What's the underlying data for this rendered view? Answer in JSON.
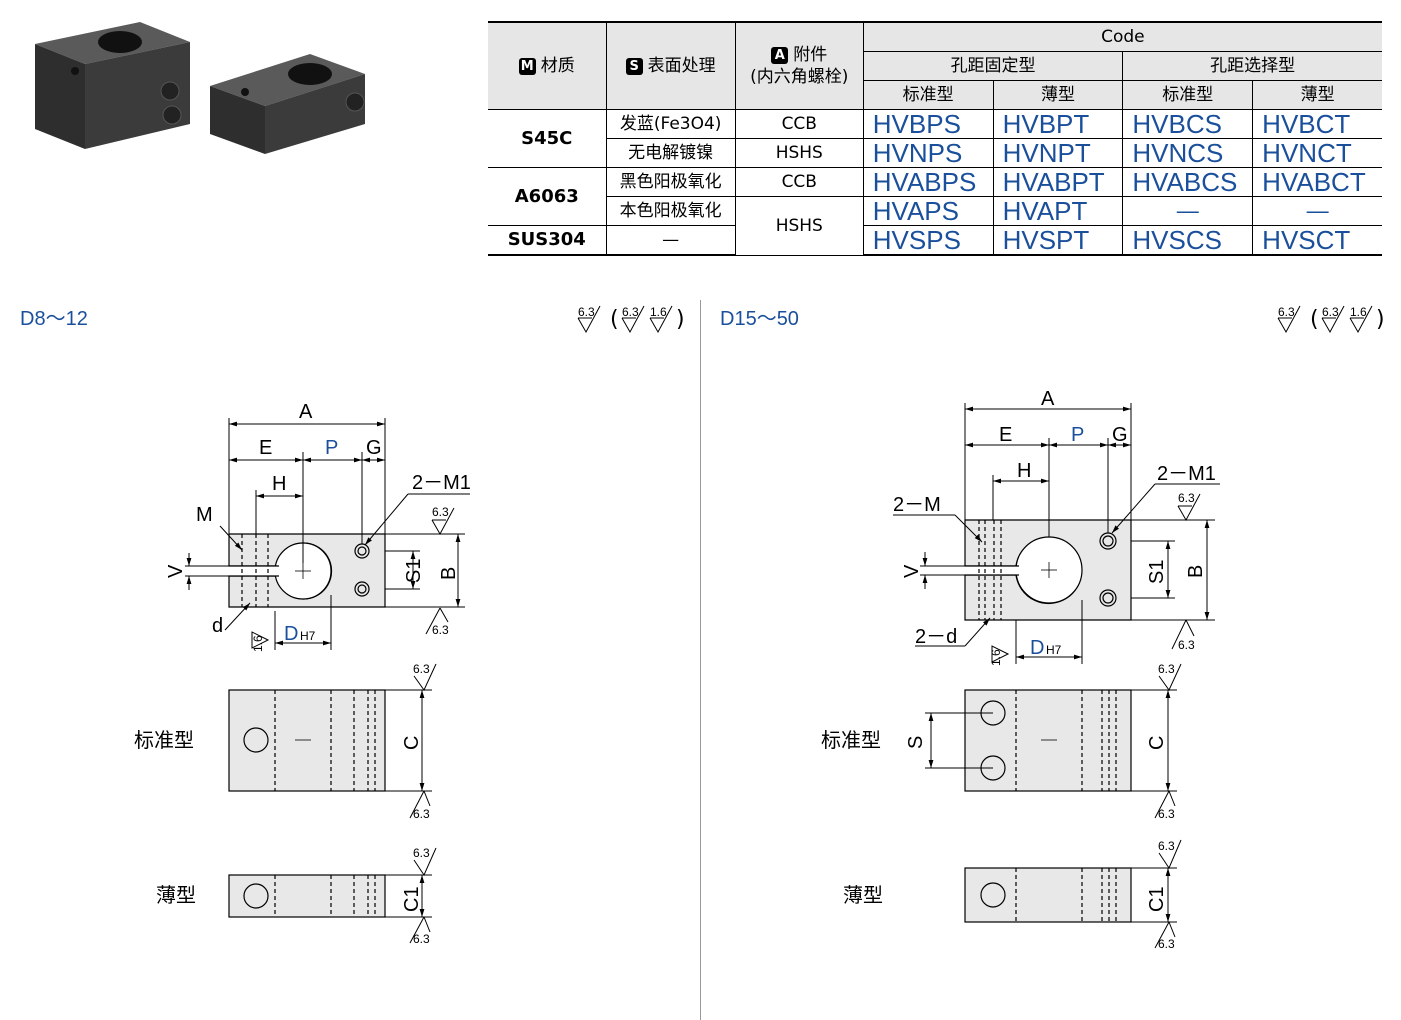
{
  "table": {
    "material_header": "材质",
    "material_badge": "M",
    "surface_header": "表面处理",
    "surface_badge": "S",
    "accessory_header": "附件",
    "accessory_badge": "A",
    "accessory_sub": "(内六角螺栓)",
    "code_header": "Code",
    "fixed_header": "孔距固定型",
    "select_header": "孔距选择型",
    "standard": "标准型",
    "thin": "薄型",
    "rows": [
      {
        "material": "S45C",
        "surface": "发蓝(Fe3O4)",
        "accessory": "CCB",
        "codes": [
          "HVBPS",
          "HVBPT",
          "HVBCS",
          "HVBCT"
        ]
      },
      {
        "material": "",
        "surface": "无电解镀镍",
        "accessory": "HSHS",
        "codes": [
          "HVNPS",
          "HVNPT",
          "HVNCS",
          "HVNCT"
        ]
      },
      {
        "material": "A6063",
        "surface": "黑色阳极氧化",
        "accessory": "CCB",
        "codes": [
          "HVABPS",
          "HVABPT",
          "HVABCS",
          "HVABCT"
        ]
      },
      {
        "material": "",
        "surface": "本色阳极氧化",
        "accessory": "HSHS",
        "codes": [
          "HVAPS",
          "HVAPT",
          "—",
          "—"
        ]
      },
      {
        "material": "SUS304",
        "surface": "—",
        "accessory": "",
        "codes": [
          "HVSPS",
          "HVSPT",
          "HVSCS",
          "HVSCT"
        ]
      }
    ]
  },
  "left": {
    "title": "D8～12",
    "labels": {
      "A": "A",
      "E": "E",
      "P": "P",
      "G": "G",
      "H": "H",
      "M": "M",
      "M1": "2－M1",
      "V": "V",
      "S1": "S1",
      "B": "B",
      "d": "d",
      "D": "D",
      "H7": "H7",
      "C": "C",
      "C1": "C1"
    },
    "standard": "标准型",
    "thin": "薄型"
  },
  "right": {
    "title": "D15～50",
    "labels": {
      "A": "A",
      "E": "E",
      "P": "P",
      "G": "G",
      "H": "H",
      "M": "2－M",
      "M1": "2－M1",
      "V": "V",
      "S1": "S1",
      "B": "B",
      "d": "2－d",
      "D": "D",
      "H7": "H7",
      "C": "C",
      "C1": "C1",
      "S": "S"
    },
    "standard": "标准型",
    "thin": "薄型"
  },
  "roughness": {
    "r63": "6.3",
    "r16": "1.6"
  }
}
